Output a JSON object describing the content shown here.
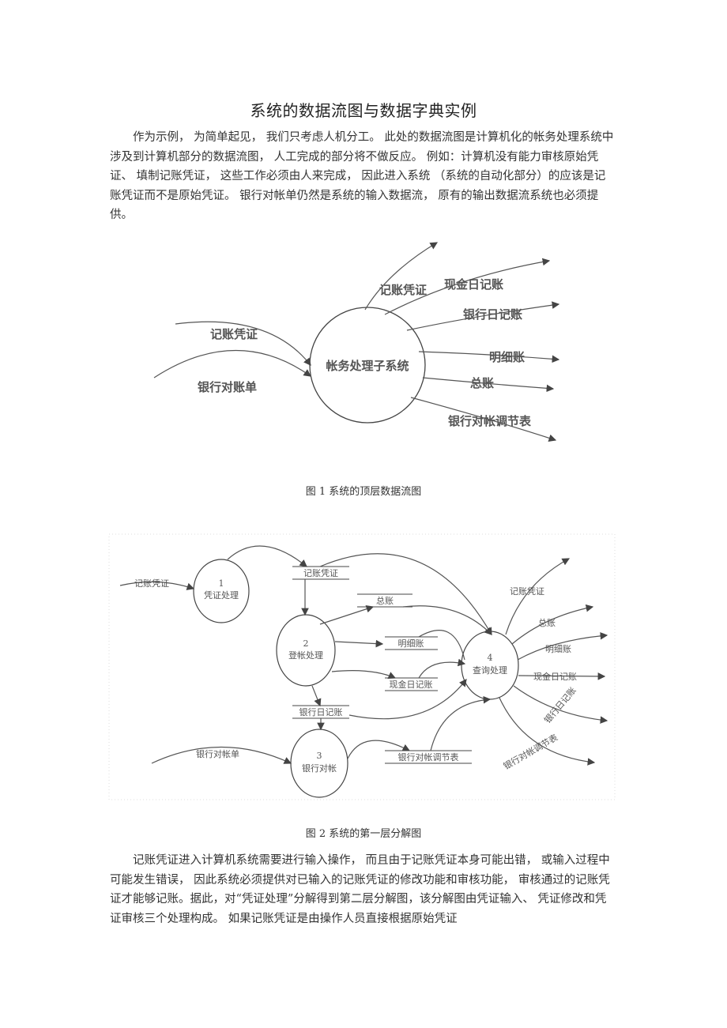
{
  "document": {
    "title": "系统的数据流图与数据字典实例",
    "paragraph1": "作为示例， 为简单起见， 我们只考虑人机分工。 此处的数据流图是计算机化的帐务处理系统中涉及到计算机部分的数据流图， 人工完成的部分将不做反应。 例如：计算机没有能力审核原始凭证、 填制记账凭证， 这些工作必须由人来完成， 因此进入系统 （系统的自动化部分）的应该是记账凭证而不是原始凭证。 银行对帐单仍然是系统的输入数据流， 原有的输出数据流系统也必须提供。",
    "paragraph2": "记账凭证进入计算机系统需要进行输入操作， 而且由于记账凭证本身可能出错， 或输入过程中可能发生错误， 因此系统必须提供对已输入的记账凭证的修改功能和审核功能， 审核通过的记账凭证才能够记账。据此，对“凭证处理”分解得到第二层分解图，该分解图由凭证输入、 凭证修改和凭证审核三个处理构成。 如果记账凭证是由操作人员直接根据原始凭证"
  },
  "figure1": {
    "caption": "图 1    系统的顶层数据流图",
    "process": "帐务处理子系统",
    "inputs": [
      "记账凭证",
      "银行对账单"
    ],
    "outputs": [
      "记账凭证",
      "现金日记账",
      "银行日记账",
      "明细账",
      "总账",
      "银行对帐调节表"
    ]
  },
  "figure2": {
    "caption": "图 2    系统的第一层分解图",
    "processes": [
      {
        "num": "1",
        "name": "凭证处理"
      },
      {
        "num": "2",
        "name": "登帐处理"
      },
      {
        "num": "3",
        "name": "银行对帐"
      },
      {
        "num": "4",
        "name": "查询处理"
      }
    ],
    "stores": [
      "记账凭证",
      "总账",
      "明细账",
      "现金日记账",
      "银行日记账",
      "银行对帐调节表"
    ],
    "inputs": [
      "记账凭证",
      "银行对帐单"
    ],
    "outputs": [
      "记账凭证",
      "总账",
      "明细账",
      "现金日记账",
      "银行日记账",
      "银行对帐调节表"
    ]
  }
}
